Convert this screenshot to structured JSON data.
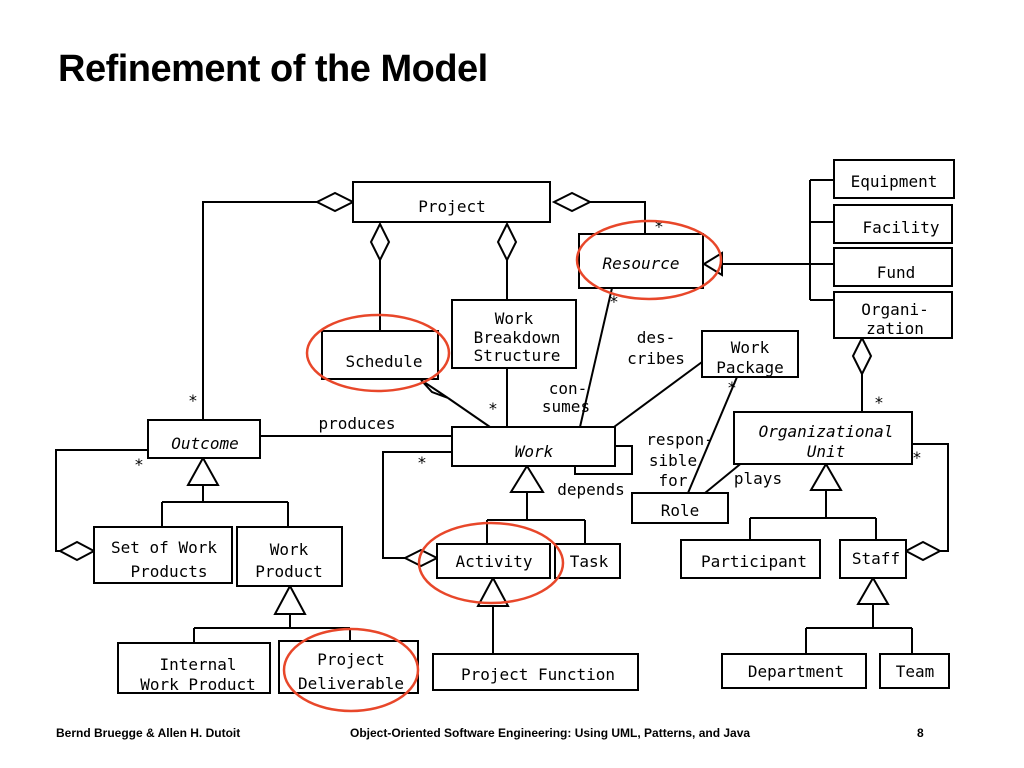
{
  "title": "Refinement of the Model",
  "classes": {
    "project": "Project",
    "resource": "Resource",
    "equipment": "Equipment",
    "facility": "Facility",
    "fund": "Fund",
    "organization_l1": "Organi-",
    "organization_l2": "zation",
    "schedule": "Schedule",
    "wbs_l1": "Work",
    "wbs_l2": "Breakdown",
    "wbs_l3": "Structure",
    "work_package_l1": "Work",
    "work_package_l2": "Package",
    "outcome": "Outcome",
    "work": "Work",
    "organizational_unit_l1": "Organizational",
    "organizational_unit_l2": "Unit",
    "role": "Role",
    "set_of_work_products_l1": "Set of Work",
    "set_of_work_products_l2": "Products",
    "work_product_l1": "Work",
    "work_product_l2": "Product",
    "activity": "Activity",
    "task": "Task",
    "participant": "Participant",
    "staff": "Staff",
    "internal_work_product_l1": "Internal",
    "internal_work_product_l2": "Work Product",
    "project_deliverable_l1": "Project",
    "project_deliverable_l2": "Deliverable",
    "project_function": "Project Function",
    "department": "Department",
    "team": "Team"
  },
  "labels": {
    "describes_l1": "des-",
    "describes_l2": "cribes",
    "consumes_l1": "con-",
    "consumes_l2": "sumes",
    "produces": "produces",
    "responsible_l1": "respon-",
    "responsible_l2": "sible",
    "responsible_l3": "for",
    "plays": "plays",
    "depends": "depends"
  },
  "multiplicity": "*",
  "footer": {
    "authors": "Bernd Bruegge & Allen H. Dutoit",
    "book": "Object-Oriented Software Engineering: Using UML, Patterns, and Java",
    "page": "8"
  },
  "colors": {
    "highlight": "#e8472a"
  }
}
